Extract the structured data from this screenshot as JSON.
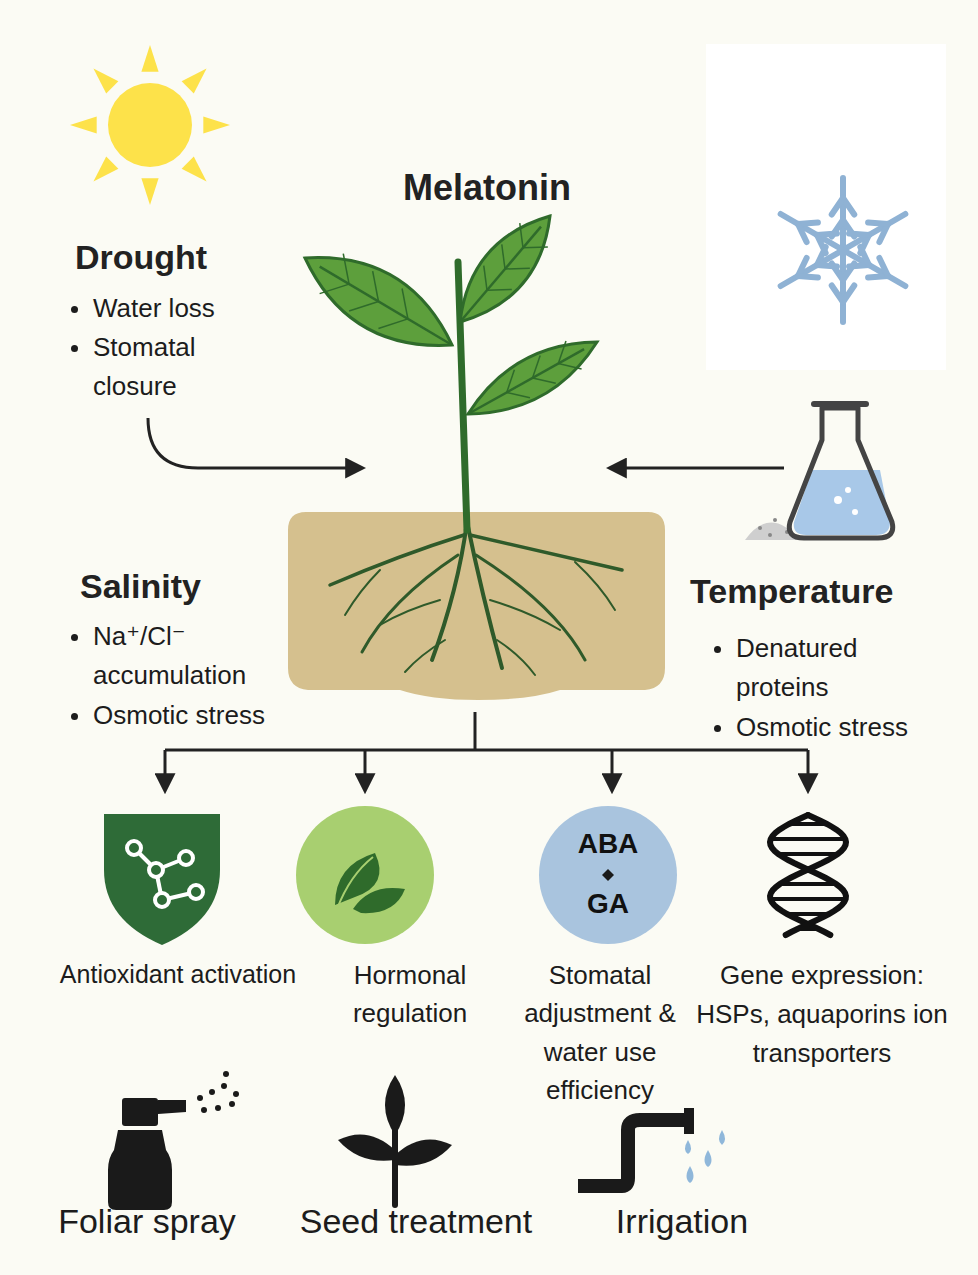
{
  "diagram": {
    "title": "Melatonin",
    "nodes": [
      {
        "text": [
          "Antioxidant activation"
        ]
      },
      {
        "text": [
          "Hormonal regulation"
        ]
      },
      {
        "text": [
          "ABA",
          "GA",
          "Stomatal adjustment & water use efficiency"
        ]
      }
    ],
    "labels": [
      "Drought",
      "Water loss",
      "Stomatal closure",
      "Salinity",
      "Na⁺/Cl⁻ accumulation",
      "Osmotic stress",
      "Temperature",
      "Denatured proteins",
      "Osmotic stress",
      "Gene expression: HSPs, aquaporins ion transporters",
      "Foliar spray",
      "Seed treatment",
      "Irrigation"
    ]
  }
}
